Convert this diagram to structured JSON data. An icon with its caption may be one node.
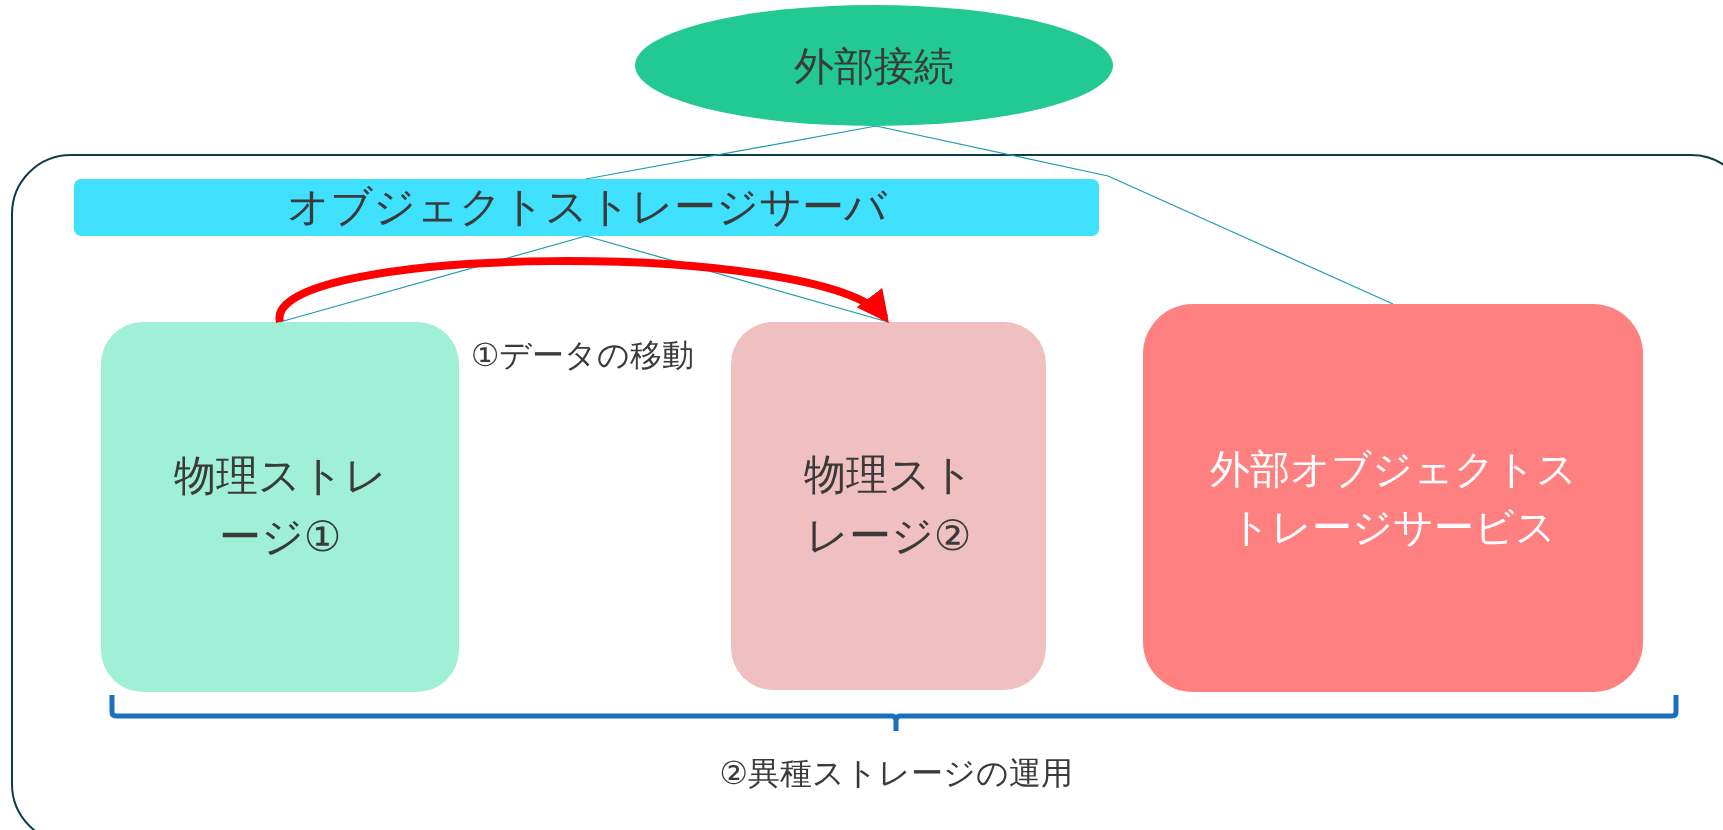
{
  "diagram": {
    "nodes": [
      {
        "text": [
          "外部接続"
        ]
      },
      {
        "text": [],
        "shape": "box"
      },
      {
        "text": [
          "オブジェクトストレージサーバ"
        ],
        "in": 1
      },
      {
        "text": [
          "物理ストレージ①"
        ],
        "in": 1
      },
      {
        "text": [
          "物理ストレージ②"
        ],
        "in": 1
      },
      {
        "text": [
          "外部オブジェクトストレージサービス"
        ],
        "in": 1
      }
    ],
    "edges": [
      {
        "from": 0,
        "to": 2,
        "arrow": "none"
      },
      {
        "from": 0,
        "to": 5,
        "arrow": "none"
      },
      {
        "from": 2,
        "to": 3,
        "arrow": "none"
      },
      {
        "from": 2,
        "to": 4,
        "arrow": "none"
      },
      {
        "from": 3,
        "to": 4,
        "arrow": "to",
        "label": "①データの移動",
        "style": "thick",
        "color": "#ff0000"
      }
    ],
    "labels": [
      "②異種ストレージの運用"
    ]
  }
}
